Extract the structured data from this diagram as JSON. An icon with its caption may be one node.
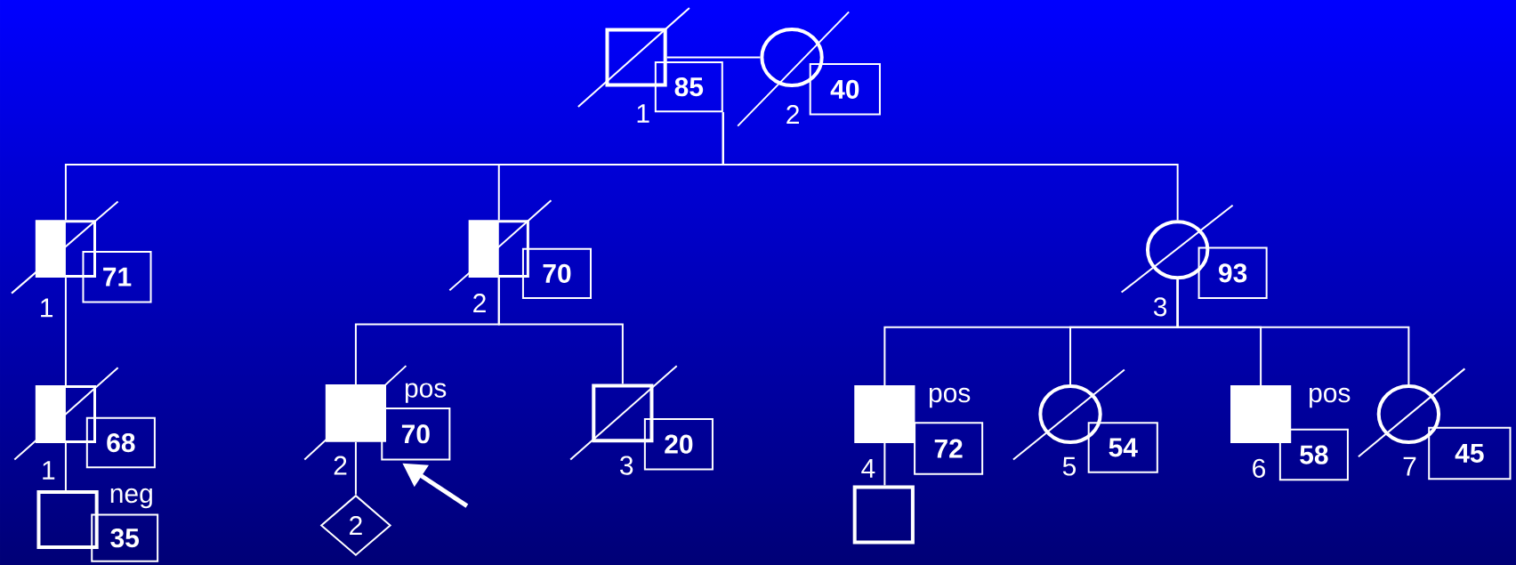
{
  "diagram": {
    "nodes": [
      {
        "text": [],
        "shape": "box",
        "beside": [
          "1"
        ]
      },
      {
        "text": [
          "85"
        ]
      },
      {
        "text": [],
        "shape": "circle",
        "beside": [
          "2"
        ]
      },
      {
        "text": [
          "40"
        ]
      },
      {
        "text": [],
        "shape": "box",
        "beside": [
          "1"
        ]
      },
      {
        "text": [
          "71"
        ]
      },
      {
        "text": [],
        "shape": "box",
        "beside": [
          "2"
        ]
      },
      {
        "text": [
          "70"
        ]
      },
      {
        "text": [],
        "shape": "circle",
        "beside": [
          "3"
        ]
      },
      {
        "text": [
          "93"
        ]
      },
      {
        "text": [],
        "shape": "box",
        "beside": [
          "1"
        ]
      },
      {
        "text": [
          "68"
        ]
      },
      {
        "text": [],
        "shape": "box",
        "beside": [
          "2"
        ]
      },
      {
        "text": [
          "70"
        ],
        "beside": [
          "pos"
        ]
      },
      {
        "text": [],
        "shape": "box",
        "beside": [
          "3"
        ]
      },
      {
        "text": [
          "20"
        ]
      },
      {
        "text": [],
        "shape": "box",
        "beside": [
          "4"
        ]
      },
      {
        "text": [
          "72"
        ],
        "beside": [
          "pos"
        ]
      },
      {
        "text": [],
        "shape": "circle",
        "beside": [
          "5"
        ]
      },
      {
        "text": [
          "54"
        ]
      },
      {
        "text": [],
        "shape": "box",
        "beside": [
          "6"
        ]
      },
      {
        "text": [
          "58"
        ],
        "beside": [
          "pos"
        ]
      },
      {
        "text": [],
        "shape": "circle",
        "beside": [
          "7"
        ]
      },
      {
        "text": [
          "45"
        ]
      },
      {
        "text": [],
        "shape": "box"
      },
      {
        "text": [
          "35"
        ],
        "beside": [
          "neg"
        ]
      },
      {
        "text": [
          "2"
        ]
      },
      {
        "text": [],
        "shape": "box"
      }
    ],
    "edges": [
      {
        "from": 0,
        "to": 2,
        "arrow": "none"
      },
      {
        "from": 1,
        "to": 4,
        "arrow": "none"
      },
      {
        "from": 1,
        "to": 6,
        "arrow": "none"
      },
      {
        "from": 1,
        "to": 8,
        "arrow": "none"
      },
      {
        "from": 4,
        "to": 10,
        "arrow": "none"
      },
      {
        "from": 6,
        "to": 12,
        "arrow": "none"
      },
      {
        "from": 6,
        "to": 14,
        "arrow": "none"
      },
      {
        "from": 8,
        "to": 16,
        "arrow": "none"
      },
      {
        "from": 8,
        "to": 18,
        "arrow": "none"
      },
      {
        "from": 8,
        "to": 20,
        "arrow": "none"
      },
      {
        "from": 8,
        "to": 22,
        "arrow": "none"
      },
      {
        "from": 10,
        "to": 24,
        "arrow": "none"
      },
      {
        "from": 12,
        "to": 26,
        "arrow": "none"
      },
      {
        "from": 16,
        "to": 27,
        "arrow": "none"
      },
      {
        "from": null,
        "to": 13,
        "arrow": "to",
        "style": "thick"
      }
    ]
  }
}
